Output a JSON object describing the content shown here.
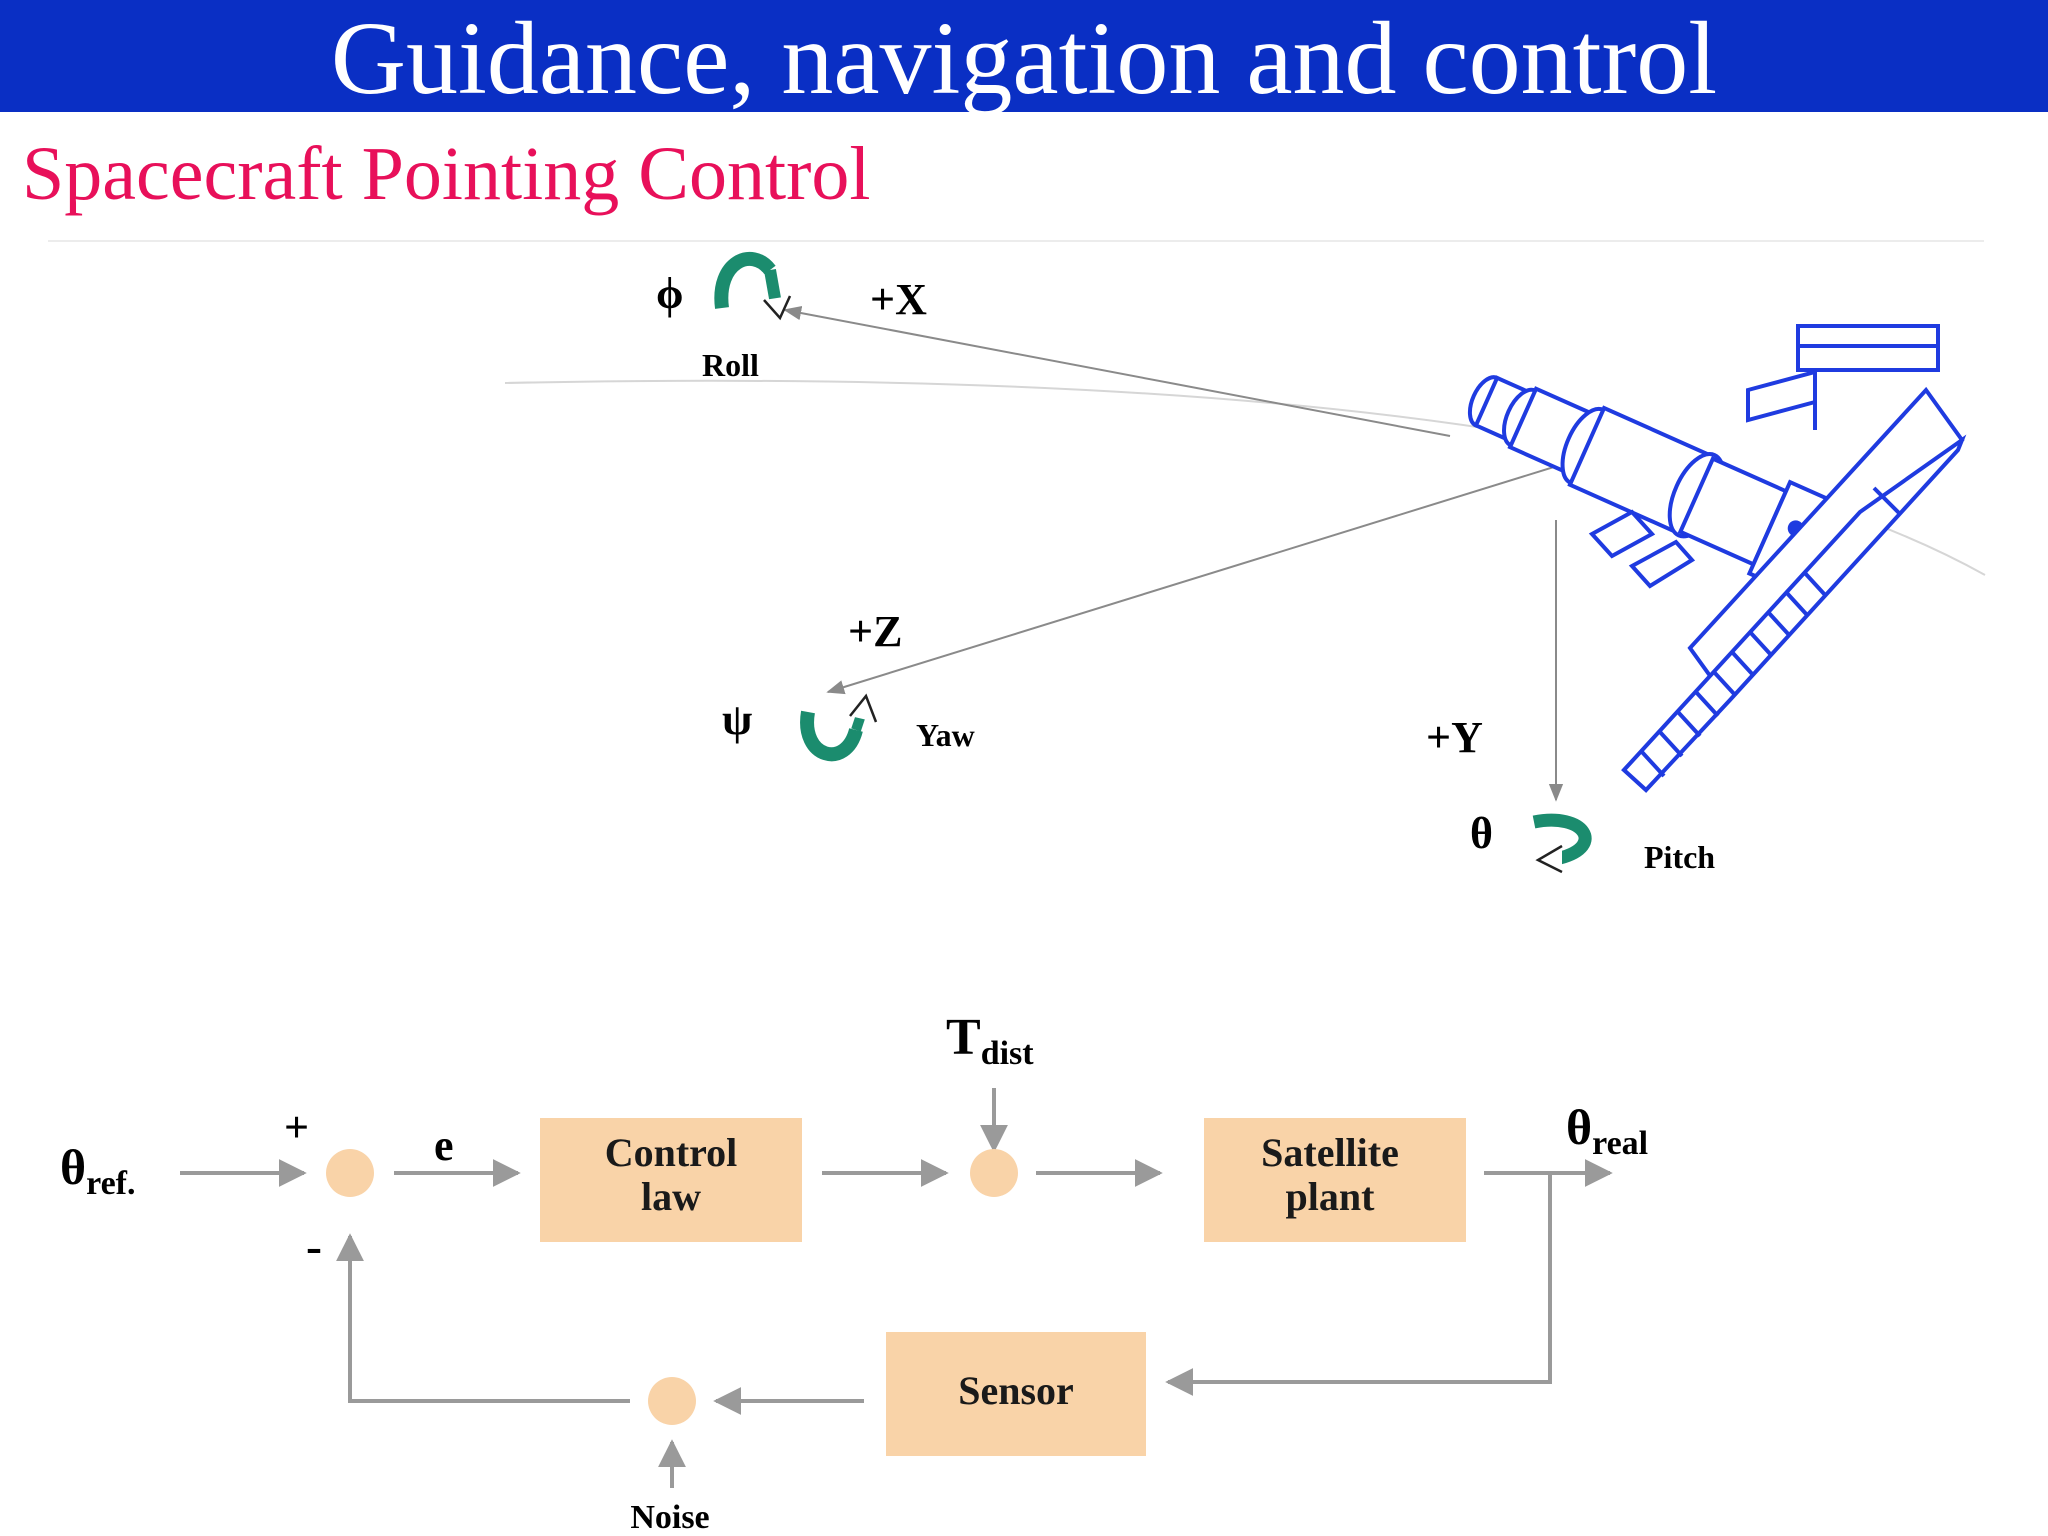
{
  "header": {
    "title": "Guidance, navigation and control",
    "subtitle": "Spacecraft Pointing Control"
  },
  "attitude": {
    "roll": {
      "symbol": "ϕ",
      "axis": "+X",
      "name": "Roll"
    },
    "yaw": {
      "symbol": "ψ",
      "axis": "+Z",
      "name": "Yaw"
    },
    "pitch": {
      "symbol": "θ",
      "axis": "+Y",
      "name": "Pitch"
    }
  },
  "block_diagram": {
    "input": {
      "symbol": "θ",
      "sub": "ref."
    },
    "plus_sign": "+",
    "minus_sign": "-",
    "error": "e",
    "control_law": [
      "Control",
      "law"
    ],
    "disturbance": {
      "symbol": "T",
      "sub": "dist"
    },
    "plant": [
      "Satellite",
      "plant"
    ],
    "output": {
      "symbol": "θ",
      "sub": "real"
    },
    "sensor": "Sensor",
    "noise": "Noise"
  },
  "colors": {
    "title_bar": "#0a2fc4",
    "subtitle": "#e8105a",
    "satellite": "#1f3be0",
    "rotation_arrow": "#1b8c6e",
    "block_fill": "#f9d3a8",
    "flow_line": "#9a9a9a"
  }
}
